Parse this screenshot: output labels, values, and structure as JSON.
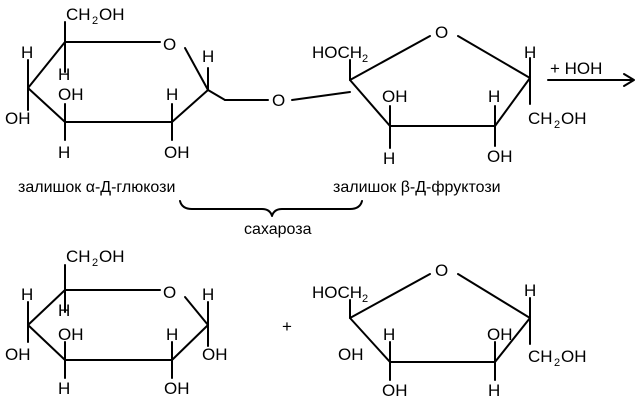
{
  "reaction": {
    "glucose_residue_caption": "залишок α-Д-глюкози",
    "fructose_residue_caption": "залишок β-Д-фруктози",
    "sucrose_caption": "сахароза",
    "reagent": "+ НОН",
    "plus": "+"
  },
  "atoms": {
    "O": "O",
    "H": "H",
    "OH": "OH",
    "CH2OH_left": "CH",
    "CH2OH_right": "OH",
    "HOCH2_left": "HOCH",
    "sub2": "2"
  }
}
